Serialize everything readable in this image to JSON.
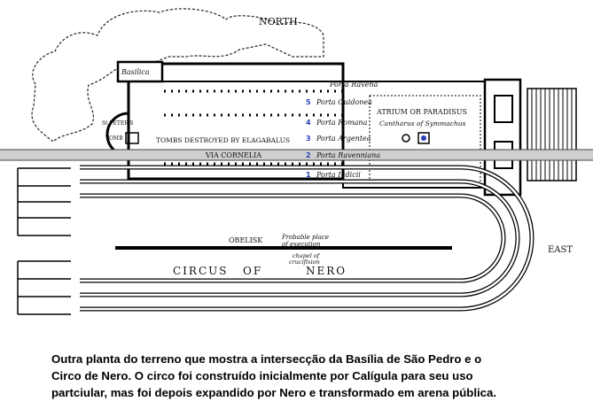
{
  "plan": {
    "labels": {
      "north": "NORTH",
      "east": "EAST",
      "basilica": "Basilica",
      "st_peters_tomb_1": "St PETER'S",
      "st_peters_tomb_2": "TOMB",
      "porta_ravenna": "Porta Raveña",
      "porta_guidonea": "Porta Guidonea",
      "porta_romana": "Porta Romana",
      "porta_argentea": "Porta Argentea",
      "porta_ravenniana": "Porta Ravenniana",
      "porta_iudicii": "Porta Iudicii",
      "tombs_destroyed": "TOMBS DESTROYED BY ELAGABALUS",
      "via_cornelia": "VIA CORNELIA",
      "atrium": "ATRIUM OR PARADISUS",
      "cantharus": "Cantharus of Symmachus",
      "obelisk": "OBELISK",
      "probable_place_1": "Probable place",
      "probable_place_2": "of execution",
      "chapel_1": "chapel of",
      "chapel_2": "crucifixion",
      "circus": "CIRCUS",
      "of": "OF",
      "nero": "NERO"
    },
    "door_numbers": [
      "5",
      "4",
      "3",
      "2",
      "1"
    ],
    "door_number_color": "#2a3fb8"
  },
  "caption": {
    "line1": "Outra planta do terreno que mostra a intersecção da Basília de São Pedro e o",
    "line2": "Circo de Nero. O circo foi construído inicialmente por Calígula para seu  uso",
    "line3": "partciular, mas foi depois expandido por Nero e transformado em arena pública."
  }
}
